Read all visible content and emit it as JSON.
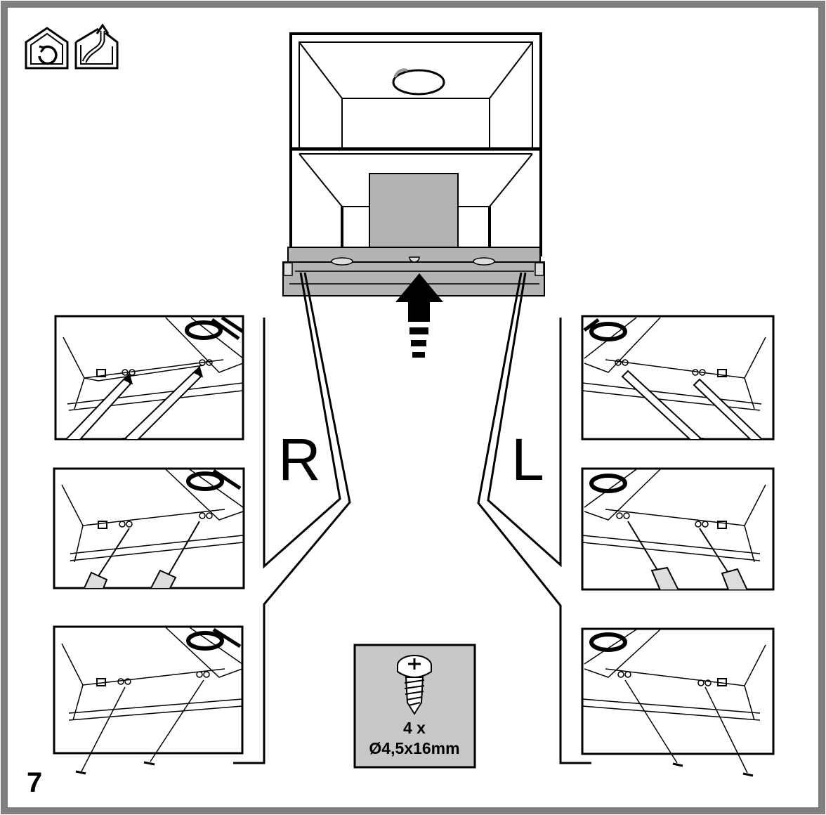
{
  "figure": {
    "step_number": "7",
    "side_right_label": "R",
    "side_left_label": "L",
    "icons": [
      "recirculation-mode-icon",
      "extraction-mode-icon"
    ],
    "screw_box": {
      "quantity": "4 x",
      "dimension": "Ø4,5x16mm"
    }
  },
  "colors": {
    "frame": "#7f7f7f",
    "ink": "#000000",
    "part_gray": "#b3b3b3",
    "box_gray": "#c8c8c8"
  }
}
